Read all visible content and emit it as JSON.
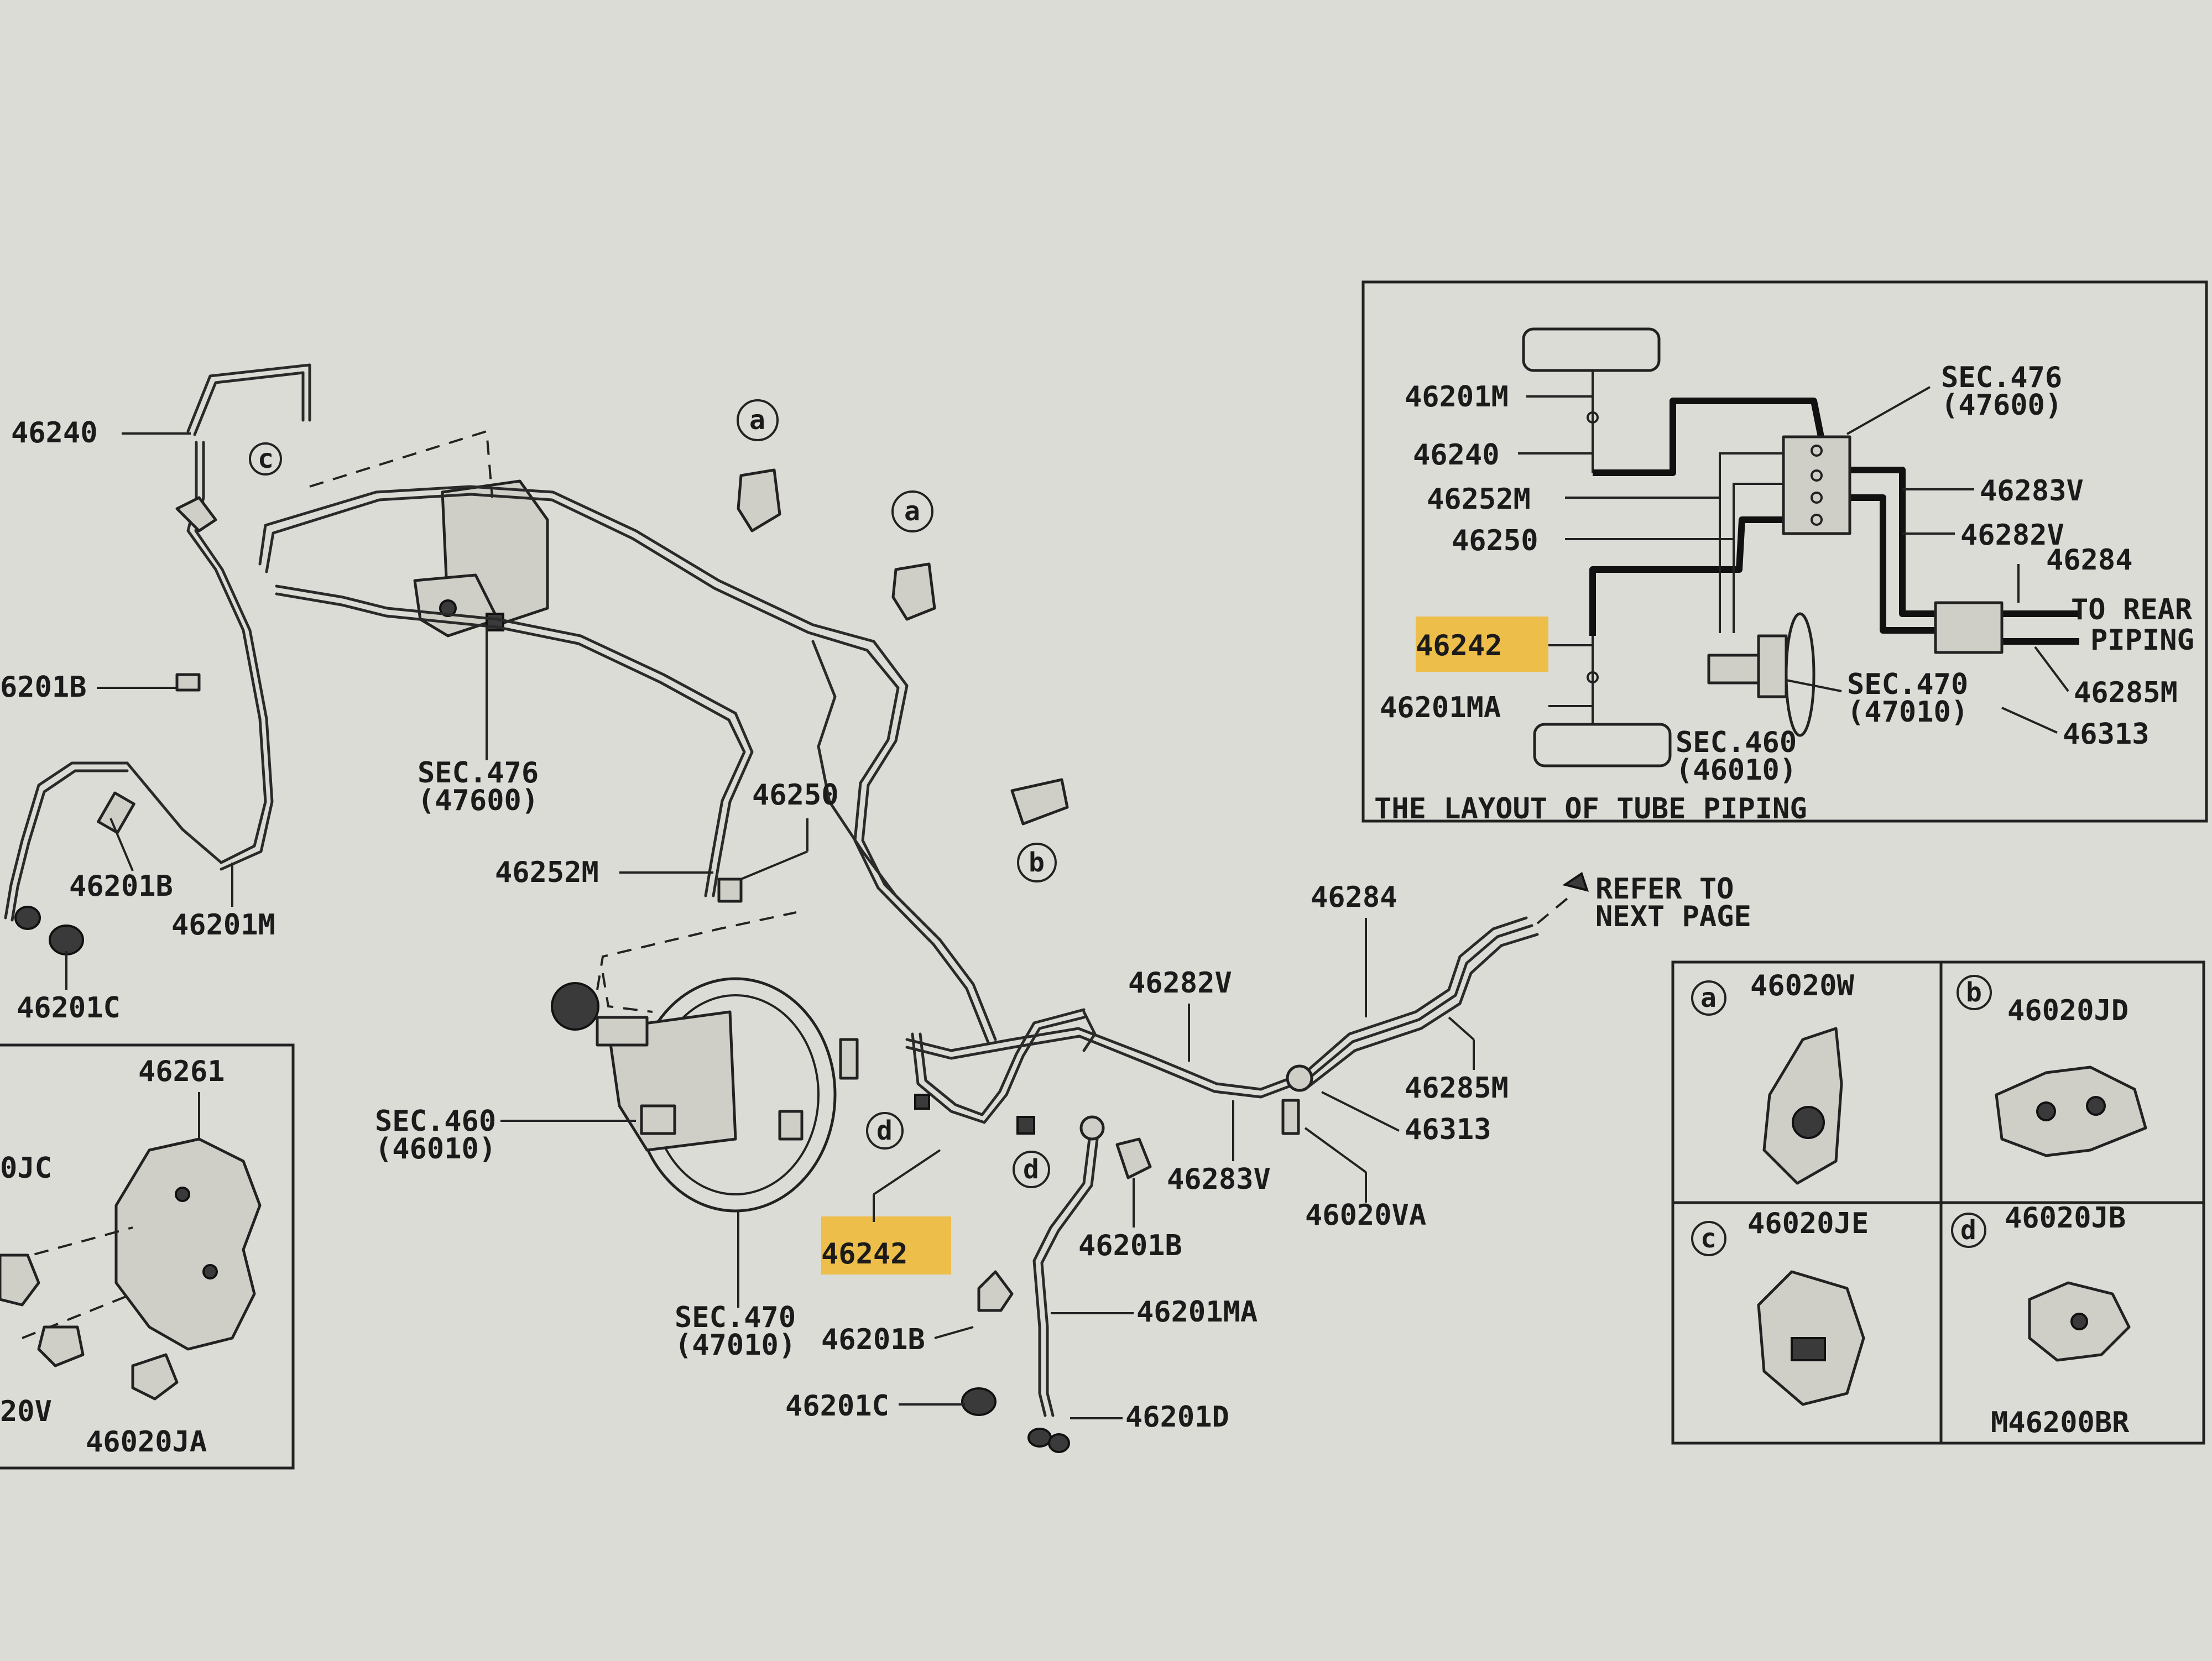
{
  "main_labels": {
    "p46240": "46240",
    "p46201B_left": "6201B",
    "p46201B_mid": "46201B",
    "p46201M": "46201M",
    "p46201C_left": "46201C",
    "sec476": "SEC.476",
    "sec476_code": "(47600)",
    "p46250": "46250",
    "p46252M": "46252M",
    "p46261": "46261",
    "p0JC": "0JC",
    "p20V": "20V",
    "p46020JA": "46020JA",
    "sec460": "SEC.460",
    "sec460_code": "(46010)",
    "sec470": "SEC.470",
    "sec470_code": "(47010)",
    "p46242": "46242",
    "p46201B_low": "46201B",
    "p46201C_low": "46201C",
    "p46201LB": "46201B",
    "p46201MA": "46201MA",
    "p46201D": "46201D",
    "p46282V": "46282V",
    "p46283V": "46283V",
    "p46284": "46284",
    "p46285M": "46285M",
    "p46313": "46313",
    "p46020VA": "46020VA",
    "refer_1": "REFER TO",
    "refer_2": "NEXT PAGE",
    "mark_a1": "a",
    "mark_a2": "a",
    "mark_b": "b",
    "mark_c": "c",
    "mark_d1": "d",
    "mark_d2": "d"
  },
  "layout_inset": {
    "title": "THE LAYOUT OF TUBE PIPING",
    "p46201M": "46201M",
    "p46240": "46240",
    "p46252M": "46252M",
    "p46250": "46250",
    "p46242": "46242",
    "p46201MA": "46201MA",
    "sec476": "SEC.476",
    "sec476_code": "(47600)",
    "p46283V": "46283V",
    "p46282V": "46282V",
    "p46284": "46284",
    "to_rear_1": "TO REAR",
    "to_rear_2": "PIPING",
    "p46285M": "46285M",
    "p46313": "46313",
    "sec470": "SEC.470",
    "sec470_code": "(47010)",
    "sec460": "SEC.460",
    "sec460_code": "(46010)"
  },
  "clip_inset": {
    "a_mark": "a",
    "a_part": "46020W",
    "b_mark": "b",
    "b_part": "46020JD",
    "c_mark": "c",
    "c_part": "46020JE",
    "d_mark": "d",
    "d_part": "46020JB",
    "diagram_code": "M46200BR"
  },
  "colors": {
    "background": "#dcdcd6",
    "highlight": "#f0b830",
    "line": "#222222"
  }
}
